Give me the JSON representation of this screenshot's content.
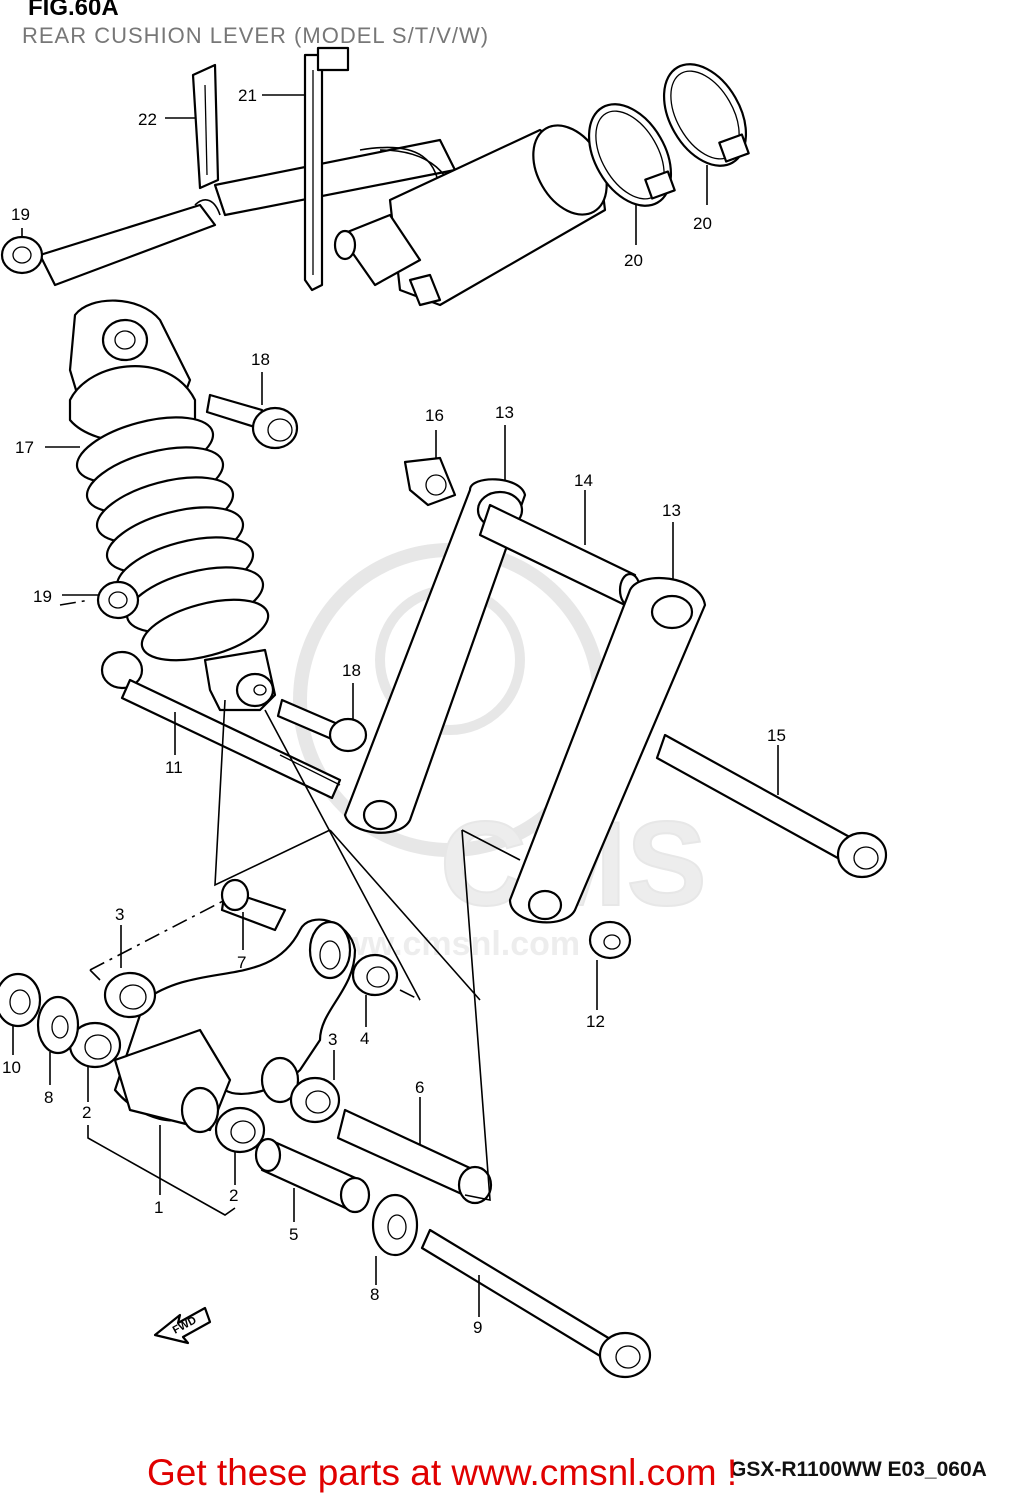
{
  "figure": {
    "title": "FIG.60A",
    "subtitle": "REAR CUSHION LEVER (MODEL S/T/V/W)",
    "model_code": "GSX-R1100WW  E03_060A",
    "footer_link": "Get these parts at www.cmsnl.com !",
    "watermark": "CMS",
    "watermark_url": "www.cmsnl.com",
    "fwd_label": "FWD"
  },
  "callouts": [
    {
      "id": "c22",
      "label": "22"
    },
    {
      "id": "c21",
      "label": "21"
    },
    {
      "id": "c20a",
      "label": "20"
    },
    {
      "id": "c20b",
      "label": "20"
    },
    {
      "id": "c19a",
      "label": "19"
    },
    {
      "id": "c18a",
      "label": "18"
    },
    {
      "id": "c17",
      "label": "17"
    },
    {
      "id": "c16",
      "label": "16"
    },
    {
      "id": "c13a",
      "label": "13"
    },
    {
      "id": "c14",
      "label": "14"
    },
    {
      "id": "c13b",
      "label": "13"
    },
    {
      "id": "c19b",
      "label": "19"
    },
    {
      "id": "c18b",
      "label": "18"
    },
    {
      "id": "c15",
      "label": "15"
    },
    {
      "id": "c11",
      "label": "11"
    },
    {
      "id": "c3a",
      "label": "3"
    },
    {
      "id": "c7",
      "label": "7"
    },
    {
      "id": "c4",
      "label": "4"
    },
    {
      "id": "c12",
      "label": "12"
    },
    {
      "id": "c10",
      "label": "10"
    },
    {
      "id": "c8a",
      "label": "8"
    },
    {
      "id": "c2a",
      "label": "2"
    },
    {
      "id": "c3b",
      "label": "3"
    },
    {
      "id": "c6",
      "label": "6"
    },
    {
      "id": "c1",
      "label": "1"
    },
    {
      "id": "c2b",
      "label": "2"
    },
    {
      "id": "c5",
      "label": "5"
    },
    {
      "id": "c8b",
      "label": "8"
    },
    {
      "id": "c9",
      "label": "9"
    }
  ],
  "colors": {
    "footer": "#e00000",
    "subtitle": "#777777",
    "watermark": "#d8d8d8"
  }
}
